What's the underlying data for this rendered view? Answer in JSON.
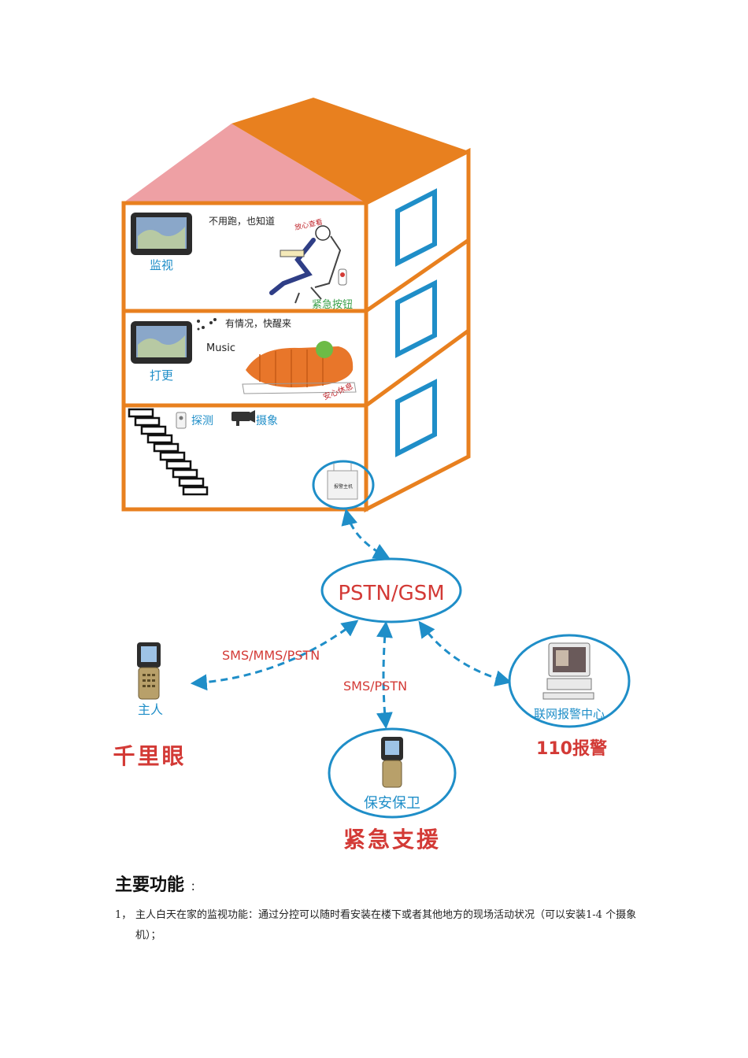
{
  "house": {
    "floor1": {
      "monitor_label": "监视",
      "note": "不用跑，也知道",
      "caption": "放心查看",
      "button_label": "紧急按钮"
    },
    "floor2": {
      "monitor_label": "打更",
      "note": "有情况，快醒来",
      "music": "Music",
      "caption": "安心休息"
    },
    "floor3": {
      "detector_label": "探测",
      "camera_label": "摄象"
    },
    "device_label": "报警主机"
  },
  "network": {
    "hub": "PSTN/GSM",
    "link_owner": "SMS/MMS/PSTN",
    "link_security": "SMS/PSTN",
    "owner_label": "主人",
    "owner_title": "千里眼",
    "security_label": "保安保卫",
    "security_title": "紧急支援",
    "center_label": "联网报警中心",
    "center_title": "110报警"
  },
  "colors": {
    "orange": "#e8801f",
    "pink": "#eea0a4",
    "blue": "#1f8ec8",
    "red_text": "#d33a36"
  },
  "doc": {
    "heading": "主要功能",
    "heading_suffix": "：",
    "item_num": "1，",
    "item_text": "主人白天在家的监视功能：通过分控可以随时看安装在楼下或者其他地方的现场活动状况（可以安装1-4 个摄象机）；"
  }
}
